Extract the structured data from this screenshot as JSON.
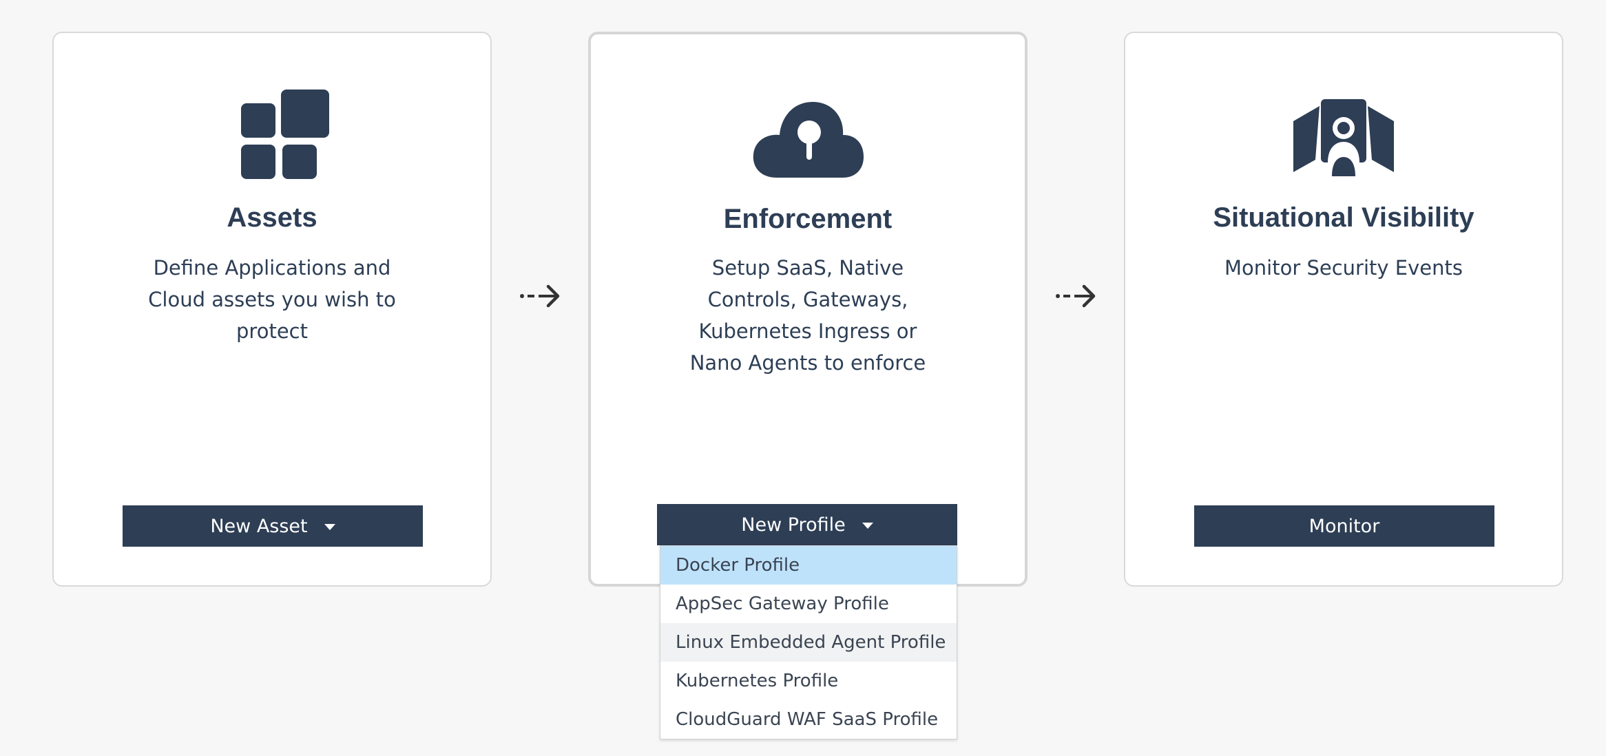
{
  "cards": {
    "assets": {
      "icon": "grid-blocks-icon",
      "title": "Assets",
      "description": "Define Applications and Cloud assets you wish to protect",
      "button_label": "New Asset"
    },
    "enforcement": {
      "icon": "cloud-lock-icon",
      "title": "Enforcement",
      "description": "Setup SaaS, Native Controls, Gateways, Kubernetes Ingress or Nano Agents to enforce",
      "button_label": "New Profile"
    },
    "visibility": {
      "icon": "surveillance-user-icon",
      "title": "Situational Visibility",
      "description": "Monitor Security Events",
      "button_label": "Monitor"
    }
  },
  "dropdown": {
    "items": [
      {
        "label": "Docker Profile",
        "state": "selected"
      },
      {
        "label": "AppSec Gateway Profile",
        "state": "normal"
      },
      {
        "label": "Linux Embedded Agent Profile",
        "state": "hovered"
      },
      {
        "label": "Kubernetes Profile",
        "state": "normal"
      },
      {
        "label": "CloudGuard WAF SaaS Profile",
        "state": "normal"
      }
    ]
  },
  "colors": {
    "primary": "#2d3e55",
    "background": "#f7f7f7",
    "selected": "#bfe2fb",
    "hover": "#f1f2f3"
  }
}
